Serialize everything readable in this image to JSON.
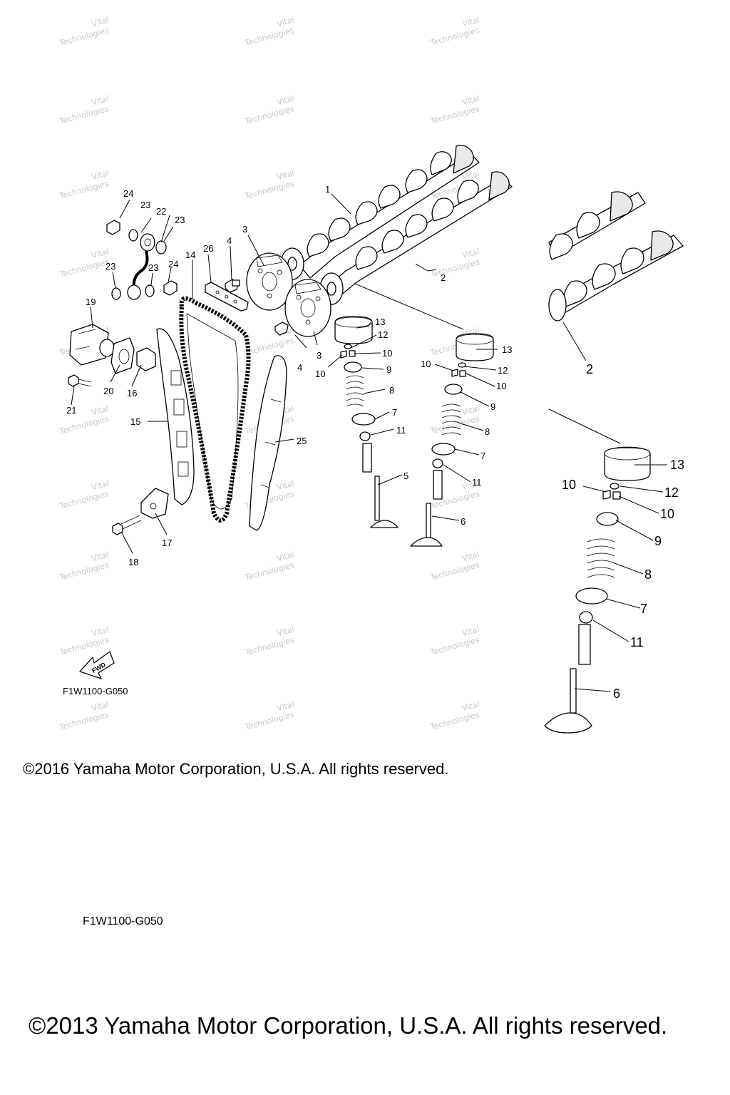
{
  "diagram": {
    "callouts": [
      "1",
      "2",
      "3",
      "4",
      "5",
      "6",
      "7",
      "8",
      "9",
      "10",
      "11",
      "12",
      "13",
      "14",
      "15",
      "16",
      "17",
      "18",
      "19",
      "20",
      "21",
      "22",
      "23",
      "24",
      "25",
      "26"
    ],
    "fwd_label": "FWD",
    "watermark": [
      "Vital",
      "Technologies"
    ]
  },
  "footer": {
    "code_small": "F1W1100-G050",
    "copyright_small": "©2016 Yamaha Motor Corporation, U.S.A. All rights reserved.",
    "code_large": "F1W1100-G050",
    "copyright_large": "©2013 Yamaha Motor Corporation, U.S.A. All rights reserved."
  }
}
